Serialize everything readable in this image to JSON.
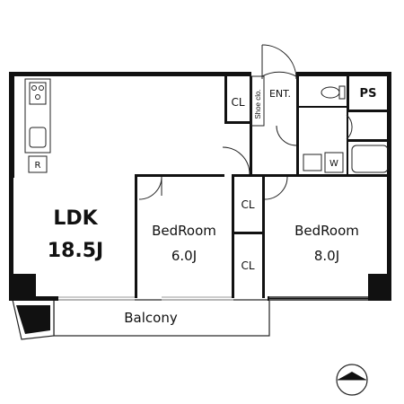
{
  "rooms": {
    "ldk": {
      "name": "LDK",
      "size": "18.5J"
    },
    "bedroom1": {
      "name": "BedRoom",
      "size": "6.0J"
    },
    "bedroom2": {
      "name": "BedRoom",
      "size": "8.0J"
    }
  },
  "labels": {
    "balcony": "Balcony",
    "closet": "CL",
    "shoe_closet": "Shoe clo.",
    "entrance": "ENT.",
    "pipe_space": "PS",
    "refrigerator": "R",
    "washer": "W"
  },
  "icons": [
    "toilet-icon",
    "sink-icon",
    "bathtub-icon",
    "stove-icon",
    "kitchen-sink-icon",
    "compass-icon"
  ],
  "colors": {
    "wall": "#111111",
    "line": "#222222",
    "window": "#bbbbbb"
  }
}
